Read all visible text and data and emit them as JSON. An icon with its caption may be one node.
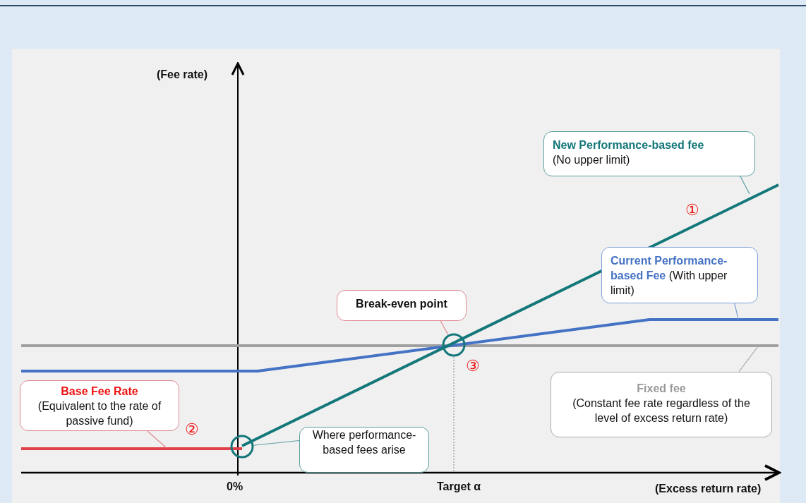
{
  "diagram": {
    "nodes": [
      {
        "text": [
          "New Performance-based fee",
          "(No upper limit)"
        ]
      },
      {
        "text": [
          "Current Performance-based Fee",
          "(With upper limit)"
        ]
      },
      {
        "text": [
          "Break-even point"
        ]
      },
      {
        "text": [],
        "shape": "circle"
      },
      {
        "text": [
          "Base Fee Rate",
          "(Equivalent to the rate of passive fund)"
        ]
      },
      {
        "text": [],
        "shape": "circle"
      },
      {
        "text": [
          "Where performance-based fees arise"
        ]
      },
      {
        "text": [
          "Fixed fee",
          "(Constant fee rate regardless of the level of excess return rate)"
        ]
      }
    ],
    "edges": [
      {
        "from": 0,
        "to": null,
        "arrow": "none",
        "color": "#5b9ea0"
      },
      {
        "from": 1,
        "to": null,
        "arrow": "none",
        "color": "#7f9fd8"
      },
      {
        "from": 2,
        "to": 3,
        "arrow": "none",
        "color": "#e08890"
      },
      {
        "from": 4,
        "to": null,
        "arrow": "none",
        "color": "#e08890"
      },
      {
        "from": 6,
        "to": 5,
        "arrow": "none",
        "color": "#5b9ea0"
      },
      {
        "from": 7,
        "to": null,
        "arrow": "none",
        "color": "#aaaaaa"
      }
    ],
    "labels": [
      "(Fee rate)",
      "①",
      "③",
      "②",
      "0%",
      "Target α",
      "(Excess return rate)"
    ]
  }
}
